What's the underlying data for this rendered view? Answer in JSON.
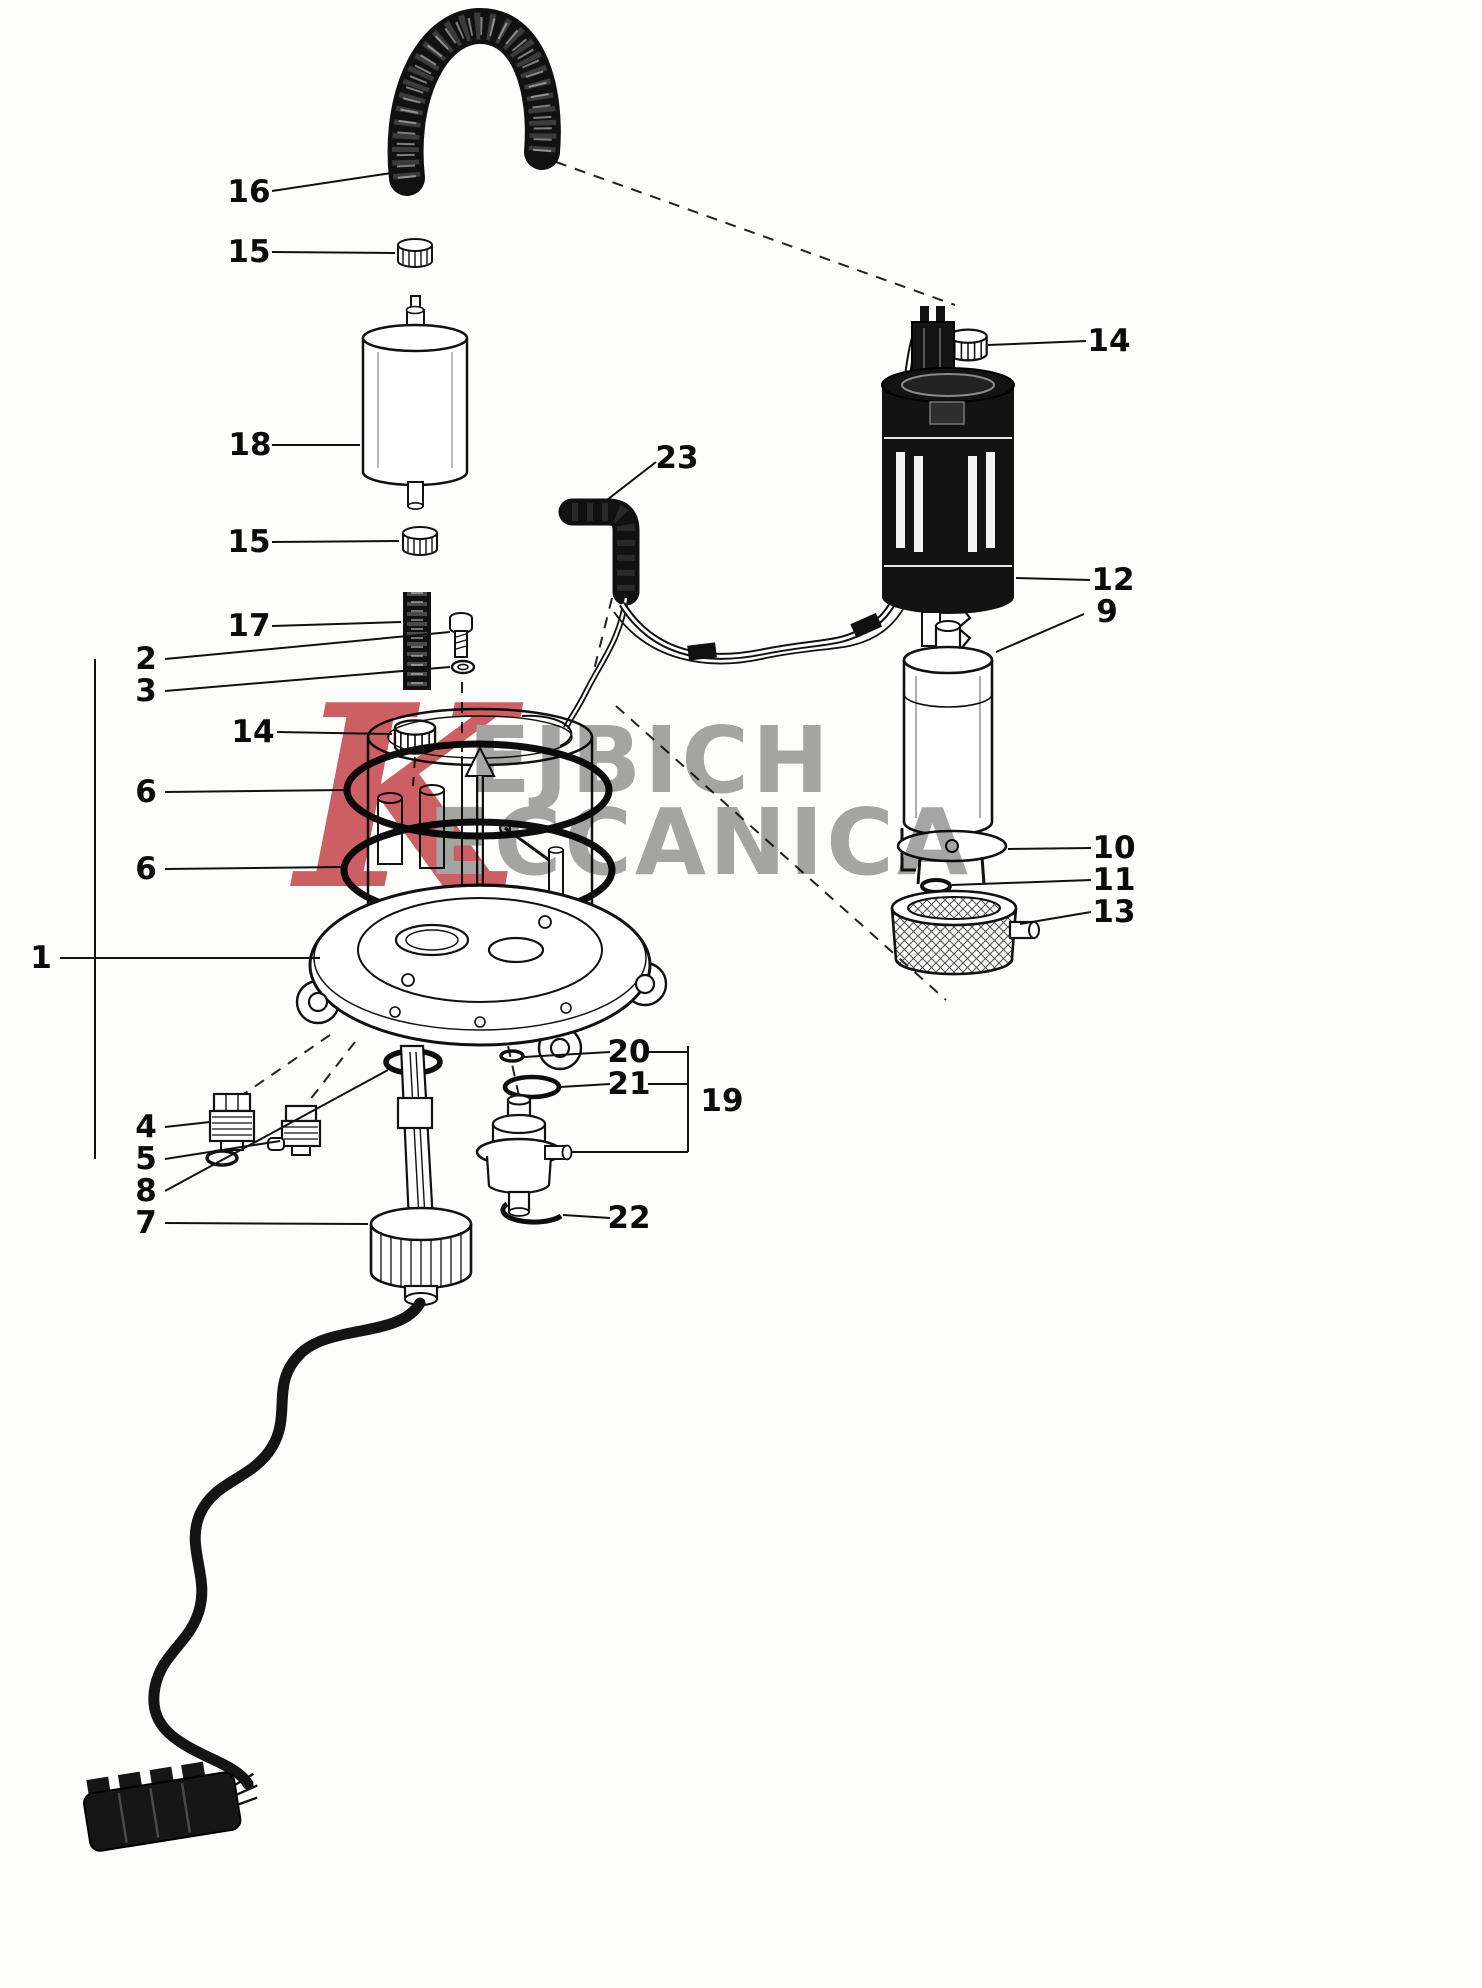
{
  "watermark": {
    "big_letter": "K",
    "line1": "EJBICH",
    "line2": "ECCANICA",
    "letter_color": "#c2383d",
    "text_color": "#8f8f8f"
  },
  "callouts": {
    "c16": "16",
    "c15a": "15",
    "c18": "18",
    "c15b": "15",
    "c17": "17",
    "c2": "2",
    "c3": "3",
    "c14a": "14",
    "c6a": "6",
    "c6b": "6",
    "c1": "1",
    "c4": "4",
    "c5": "5",
    "c8": "8",
    "c7": "7",
    "c23": "23",
    "c14b": "14",
    "c12": "12",
    "c9": "9",
    "c10": "10",
    "c11": "11",
    "c13": "13",
    "c20": "20",
    "c21": "21",
    "c19": "19",
    "c22": "22"
  }
}
